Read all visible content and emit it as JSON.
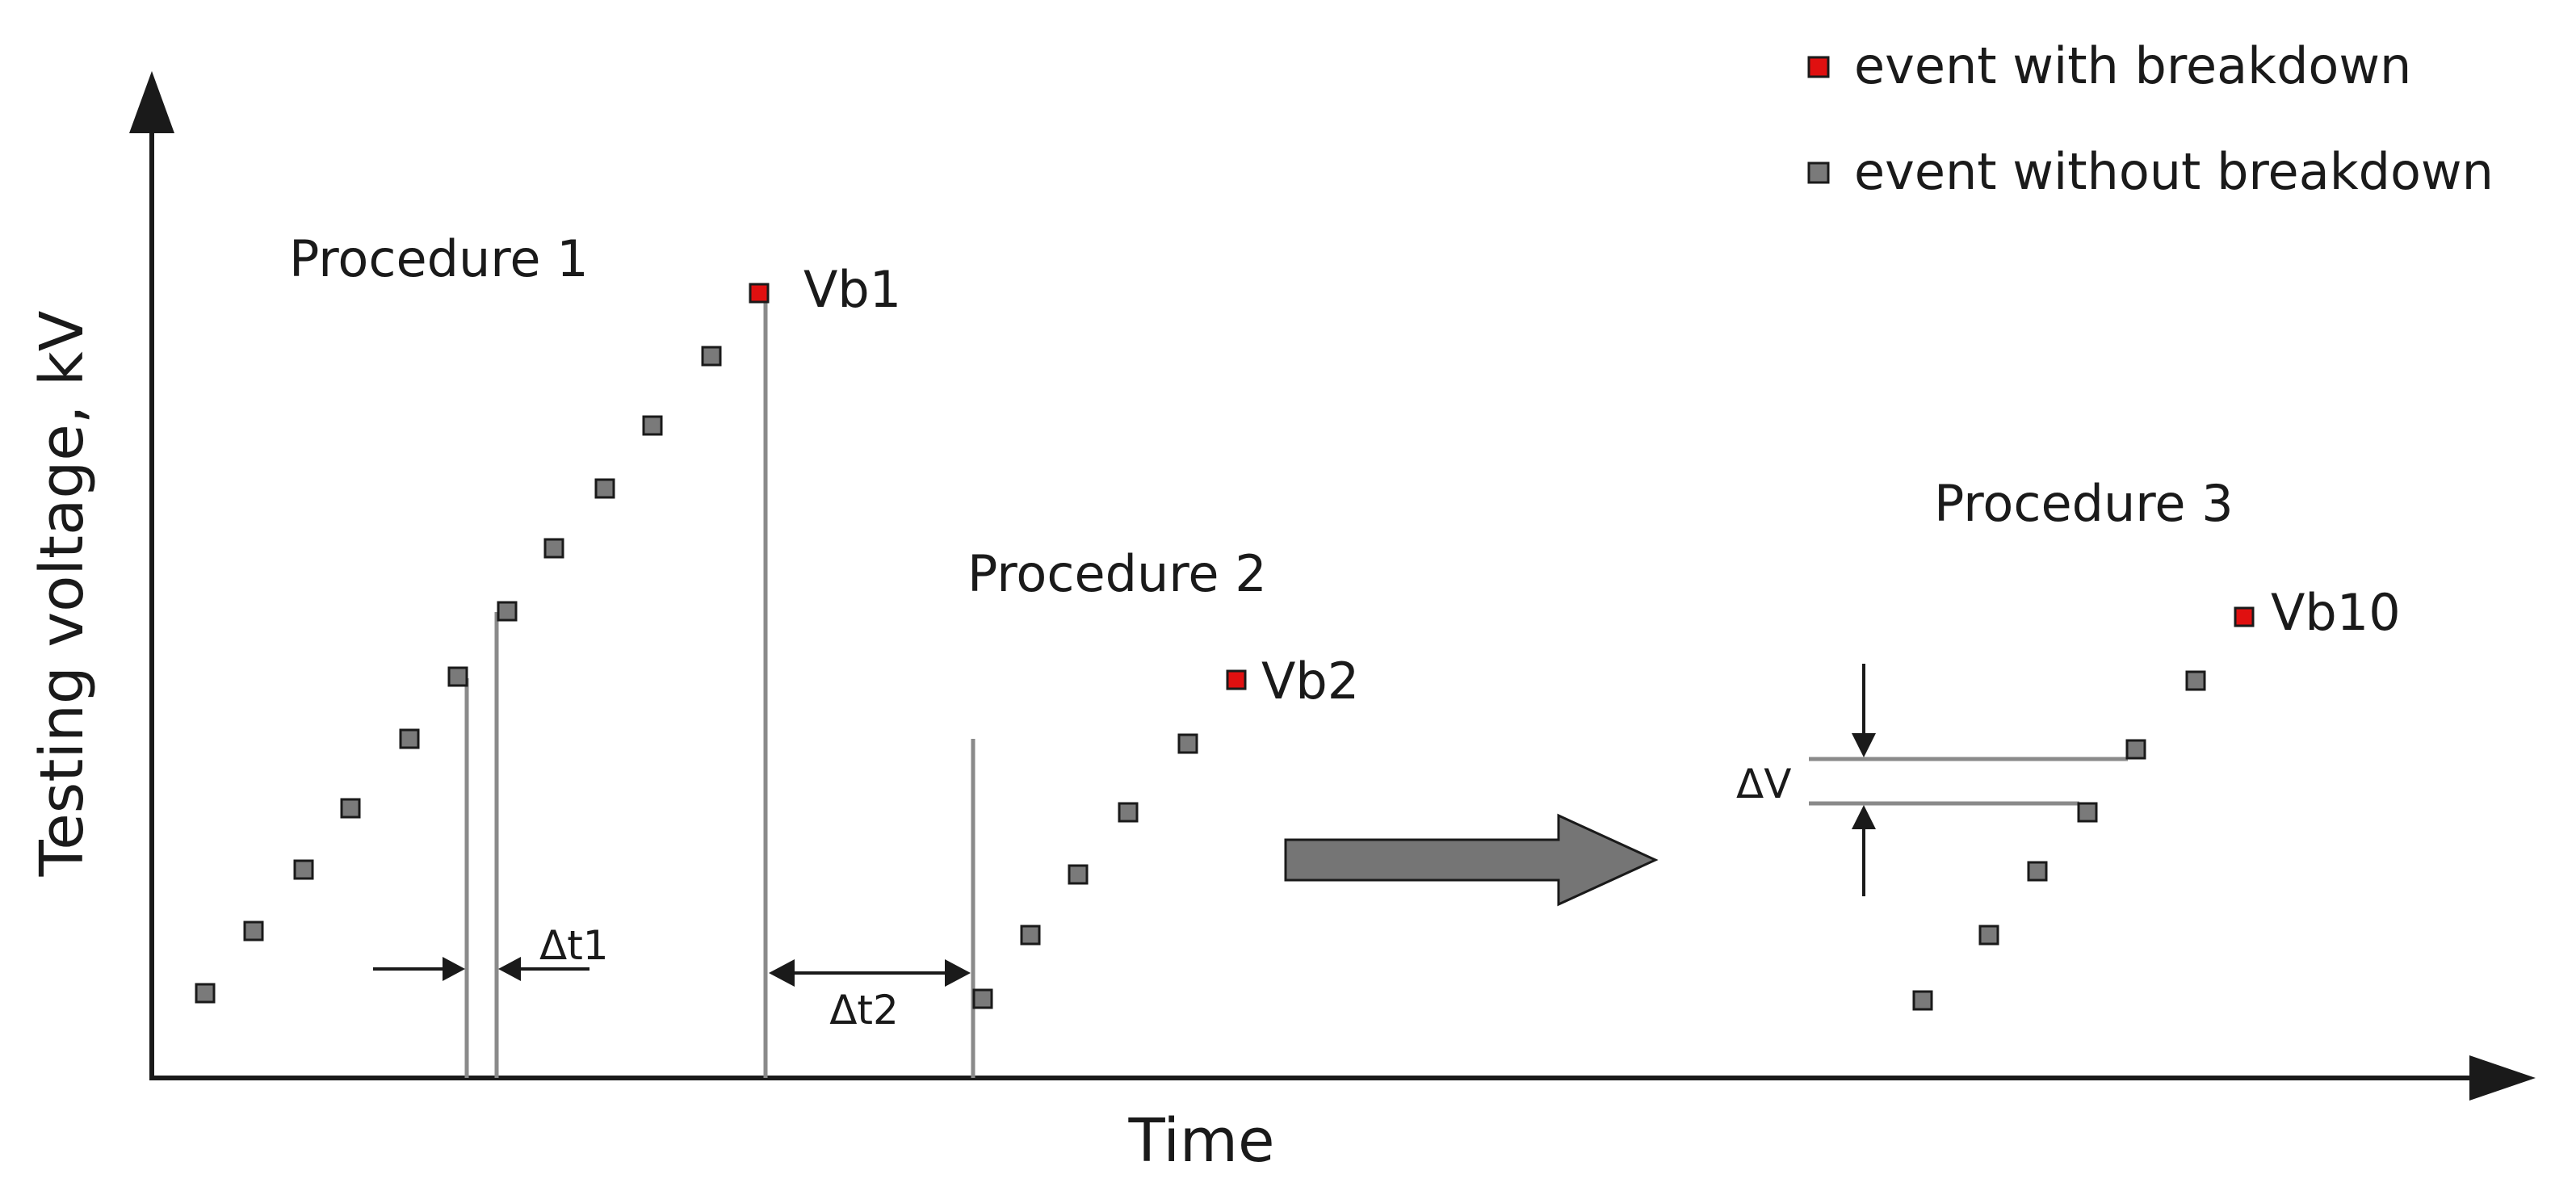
{
  "axes": {
    "ylabel": "Testing voltage, kV",
    "xlabel": "Time"
  },
  "legend": {
    "breakdown": "event with breakdown",
    "no_breakdown": "event without breakdown"
  },
  "colors": {
    "breakdown": "#e01010",
    "no_breakdown": "#7a7a7a",
    "outline": "#1a1a1a",
    "guide_line": "#8a8a8a",
    "arrow_fill": "#757575"
  },
  "procedures": [
    {
      "label": "Procedure 1",
      "breakdown_label": "Vb1"
    },
    {
      "label": "Procedure 2",
      "breakdown_label": "Vb2"
    },
    {
      "label": "Procedure 3",
      "breakdown_label": "Vb10"
    }
  ],
  "annotations": {
    "delta_t1": "Δt1",
    "delta_t2": "Δt2",
    "delta_v": "ΔV"
  }
}
